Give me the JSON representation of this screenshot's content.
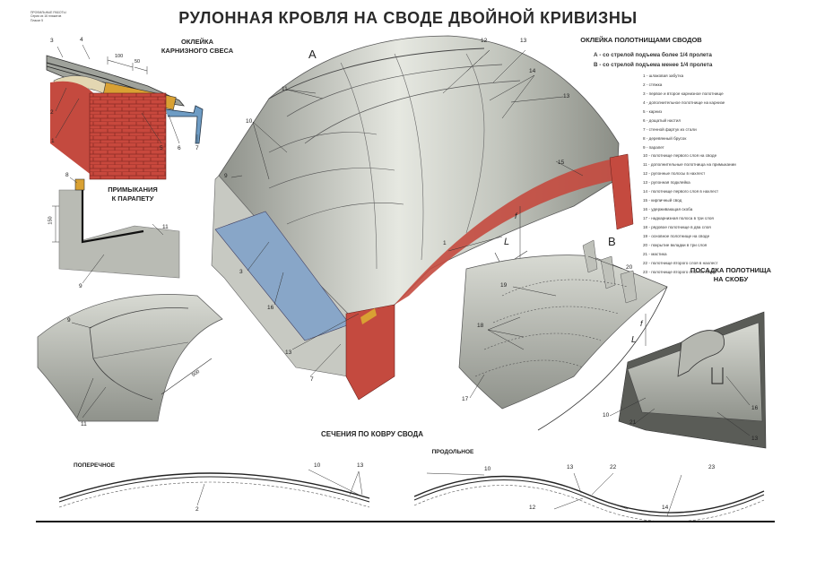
{
  "corner_note": [
    "ПРОФИЛЬНЫЕ РАБОТЫ",
    "Серия из 16 плакатов",
    "Плакат 5"
  ],
  "title": "РУЛОННАЯ КРОВЛЯ НА СВОДЕ ДВОЙНОЙ КРИВИЗНЫ",
  "captions": {
    "eaves": [
      "ОКЛЕЙКА",
      "КАРНИЗНОГО СВЕСА"
    ],
    "parapet": [
      "ПРИМЫКАНИЯ",
      "К ПАРАПЕТУ"
    ],
    "cover": [
      "ОКЛЕЙКА ПОЛОТНИЩАМИ СВОДОВ"
    ],
    "cover_a": "А - со стрелой подъема более 1/4 пролета",
    "cover_b": "В - со стрелой подъема менее 1/4 пролета",
    "staple": [
      "ПОСАДКА ПОЛОТНИЩА",
      "НА СКОБУ"
    ],
    "sections": "СЕЧЕНИЯ ПО КОВРУ СВОДА",
    "transverse": "ПОПЕРЕЧНОЕ",
    "longitudinal": "ПРОДОЛЬНОЕ"
  },
  "letters": {
    "a": "А",
    "b": "В",
    "f": "f",
    "l": "L"
  },
  "dims": {
    "d100": "100",
    "d50": "50",
    "d150": "150",
    "d500": "500"
  },
  "legend": [
    "1 - шлаковая забутка",
    "2 - стяжка",
    "3 - первое и второе карнизное полотнище",
    "4 - дополнительное полотнище на карнизе",
    "5 - карниз",
    "6 - дощатый настил",
    "7 - стенной фартук из стали",
    "8 - деревянный брусок",
    "9 - парапет",
    "10 - полотнище первого слоя на своде",
    "11 - дополнительные полотнища на примыкании",
    "12 - рулонные полосы в нахлест",
    "13 - рулонная подклейка",
    "14 - полотнище первого слоя в нахлест",
    "15 - кирпичный свод",
    "16 - удерживающая скоба",
    "17 - надкарнизная полоса в три слоя",
    "18 - рядовое полотнище в два слоя",
    "19 - основное полотнище на своде",
    "20 - покрытие вкладки в три слоя",
    "21 - мастика",
    "22 - полотнище второго слоя в нахлест",
    "23 - полотнище второго слоя на своде"
  ],
  "labels": {
    "n1": "1",
    "n2": "2",
    "n3": "3",
    "n4": "4",
    "n5": "5",
    "n6": "6",
    "n7": "7",
    "n8": "8",
    "n9": "9",
    "n10": "10",
    "n11": "11",
    "n12": "12",
    "n13": "13",
    "n14": "14",
    "n15": "15",
    "n16": "16",
    "n17": "17",
    "n18": "18",
    "n19": "19",
    "n20": "20",
    "n21": "21",
    "n22": "22",
    "n23": "23"
  },
  "colors": {
    "brick": "#c44a3f",
    "roof": "#a7aaa3",
    "roof_light": "#e1e3dc",
    "blue": "#88a6c8",
    "orange": "#d9a133"
  }
}
